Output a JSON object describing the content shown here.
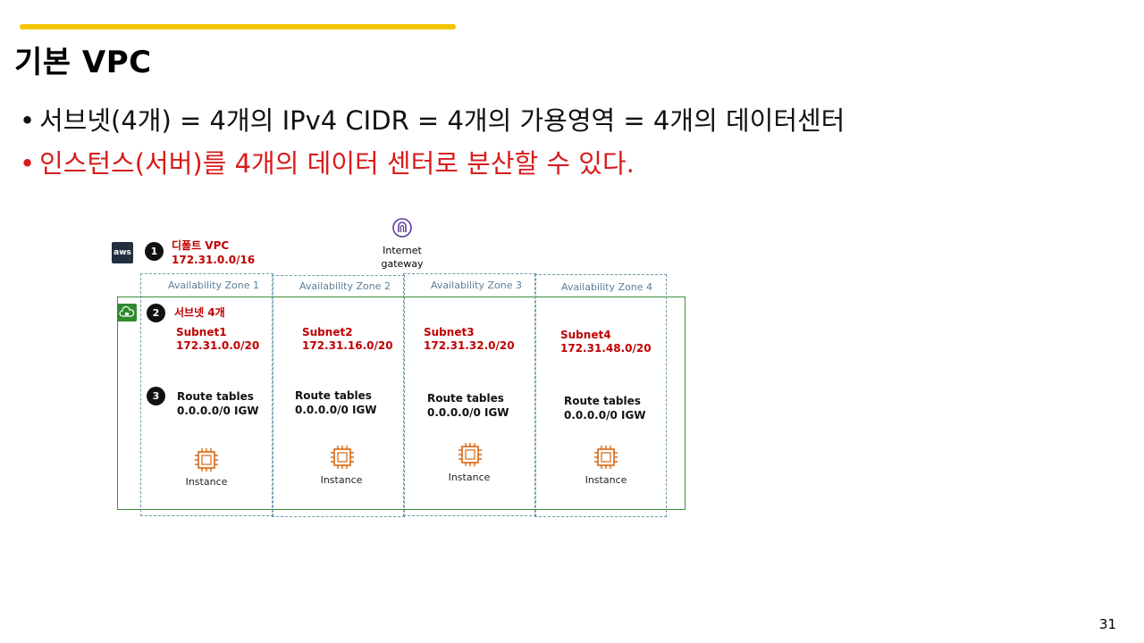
{
  "slide": {
    "title": "기본 VPC",
    "bullets": [
      "서브넷(4개) = 4개의 IPv4 CIDR  = 4개의 가용영역 = 4개의 데이터센터",
      "인스턴스(서버)를 4개의 데이터 센터로 분산할 수 있다."
    ],
    "page_number": "31",
    "colors": {
      "accent_bar": "#f5c400",
      "highlight_text": "#d81b1b"
    }
  },
  "diagram": {
    "aws_logo": "aws",
    "steps": [
      "1",
      "2",
      "3"
    ],
    "default_vpc": {
      "title": "디폴트 VPC",
      "cidr": "172.31.0.0/16"
    },
    "subnet_count": "서브넷 4개",
    "internet_gateway": {
      "line1": "Internet",
      "line2": "gateway",
      "icon": "internet-gateway-icon"
    },
    "zones": [
      {
        "az": "Availability Zone 1",
        "subnet": "Subnet1",
        "cidr": "172.31.0.0/20",
        "route_title": "Route tables",
        "route": "0.0.0.0/0 IGW",
        "instance": "Instance"
      },
      {
        "az": "Availability Zone 2",
        "subnet": "Subnet2",
        "cidr": "172.31.16.0/20",
        "route_title": "Route tables",
        "route": "0.0.0.0/0 IGW",
        "instance": "Instance"
      },
      {
        "az": "Availability Zone 3",
        "subnet": "Subnet3",
        "cidr": "172.31.32.0/20",
        "route_title": "Route tables",
        "route": "0.0.0.0/0 IGW",
        "instance": "Instance"
      },
      {
        "az": "Availability Zone 4",
        "subnet": "Subnet4",
        "cidr": "172.31.48.0/20",
        "route_title": "Route tables",
        "route": "0.0.0.0/0 IGW",
        "instance": "Instance"
      }
    ]
  }
}
